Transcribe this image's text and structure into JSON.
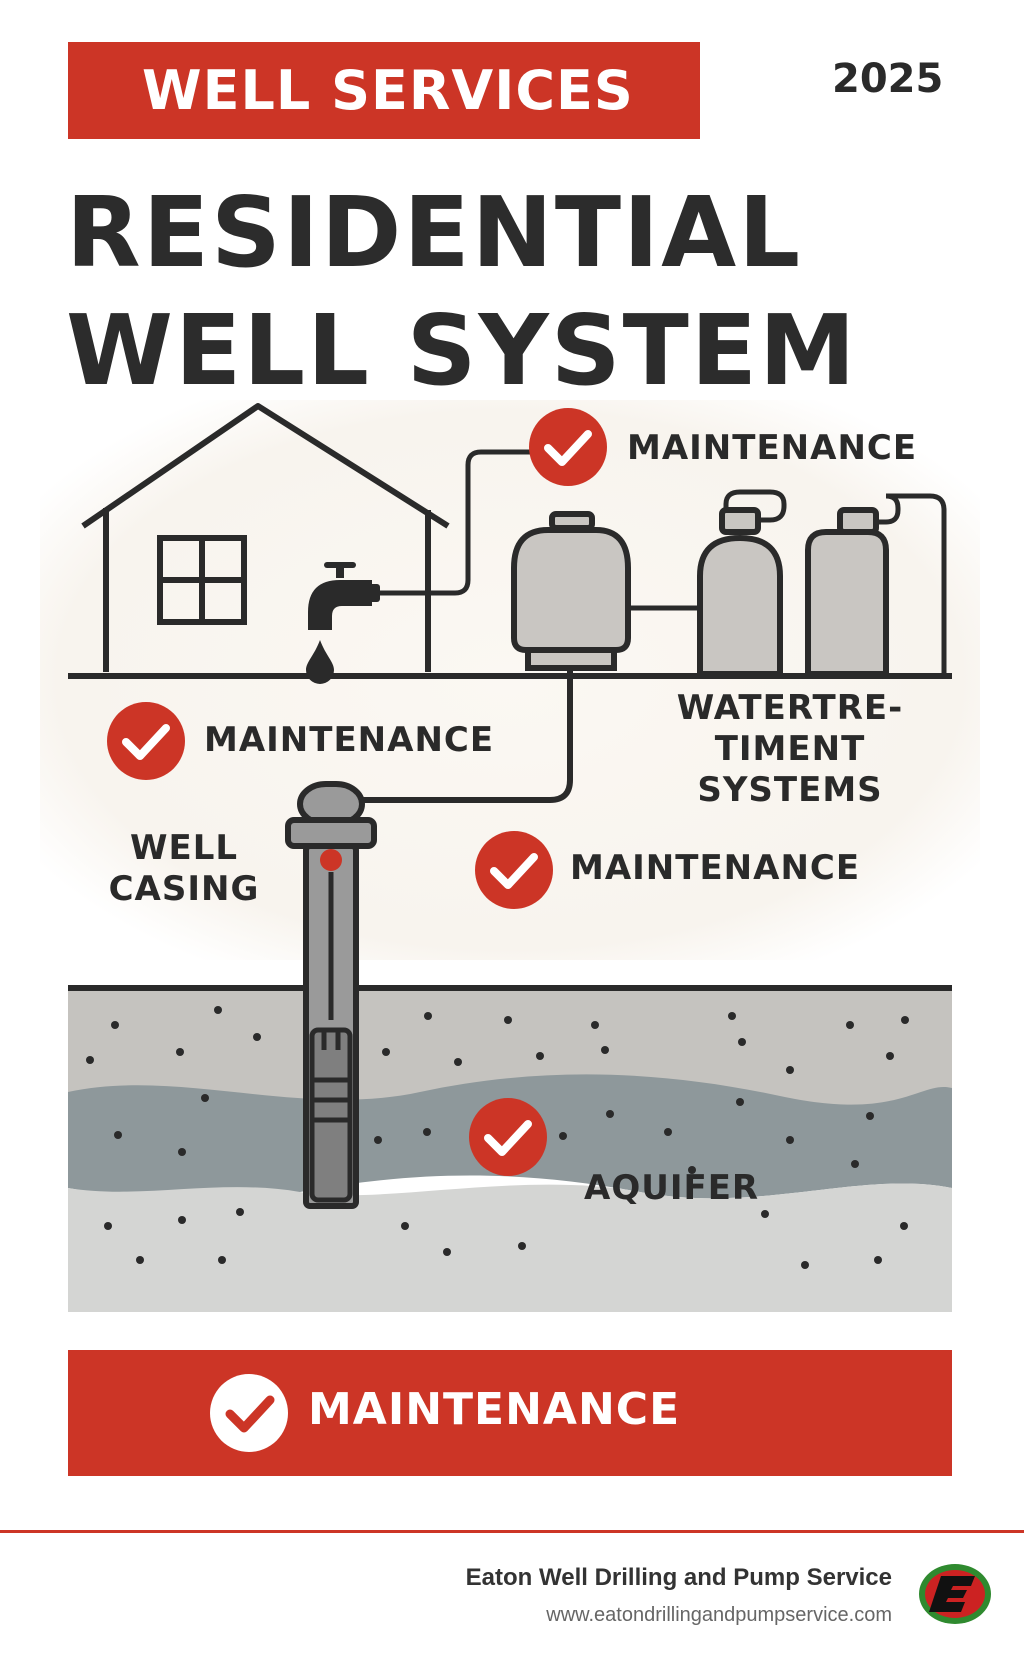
{
  "banner": {
    "label": "WELL SERVICES"
  },
  "year": "2025",
  "title": {
    "line1": "RESIDENTIAL",
    "line2": "WELL SYSTEM"
  },
  "labels": {
    "maintenance_top": "MAINTENANCE",
    "maintenance_left": "MAINTENANCE",
    "maintenance_middle": "MAINTENANCE",
    "water_treatment_line1": "WATERTRE-",
    "water_treatment_line2": "TIMENT",
    "water_treatment_line3": "SYSTEMS",
    "well_casing_line1": "WELL",
    "well_casing_line2": "CASING",
    "aquifer": "AQUIFER"
  },
  "bottom_bar": {
    "label": "MAINTENANCE"
  },
  "footer": {
    "company": "Eaton Well Drilling and Pump Service",
    "url": "www.eatondrillingandpumpservice.com"
  },
  "colors": {
    "accent": "#cc3526",
    "outline": "#2a2a2a",
    "tank": "#c9c6c2",
    "soil_top": "#c5c3bf",
    "aquifer_band": "#8e989b",
    "soil_bottom": "#d4d5d3"
  },
  "icons": [
    "check-icon",
    "faucet-icon",
    "water-drop-icon",
    "window-icon",
    "house-icon",
    "pressure-tank-icon",
    "treatment-tank-icon",
    "submersible-pump-icon"
  ]
}
